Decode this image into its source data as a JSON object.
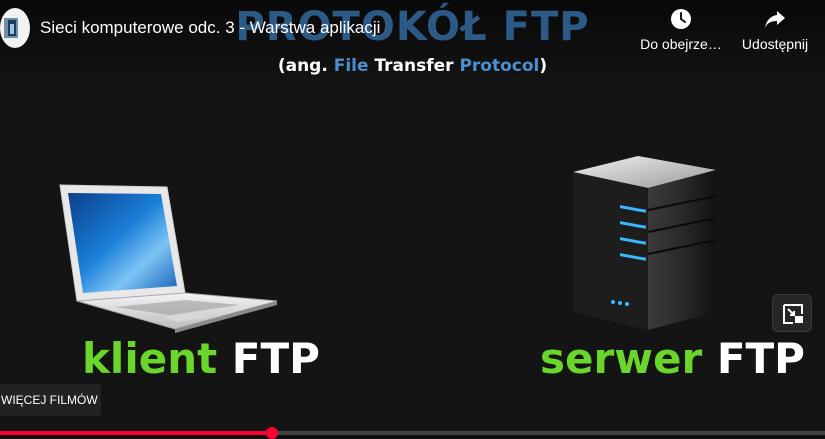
{
  "video": {
    "title": "Sieci komputerowe odc. 3 - Warstwa aplikacji"
  },
  "controls": {
    "watch_later_label": "Do obejrze…",
    "share_label": "Udostępnij"
  },
  "slide": {
    "title": "PROTOKÓŁ FTP",
    "subtitle_open": "(ang. ",
    "subtitle_file": "File",
    "subtitle_transfer": " Transfer ",
    "subtitle_protocol": "Protocol",
    "subtitle_close": ")",
    "client_word": "klient",
    "client_ftp": " FTP",
    "server_word": "serwer",
    "server_ftp": " FTP"
  },
  "more_videos": {
    "label": "WIĘCEJ FILMÓW"
  },
  "progress": {
    "played_fraction": 0.33
  },
  "colors": {
    "accent_red": "#ff0033",
    "green": "#6ad52a",
    "title_blue": "#2c5a86"
  }
}
